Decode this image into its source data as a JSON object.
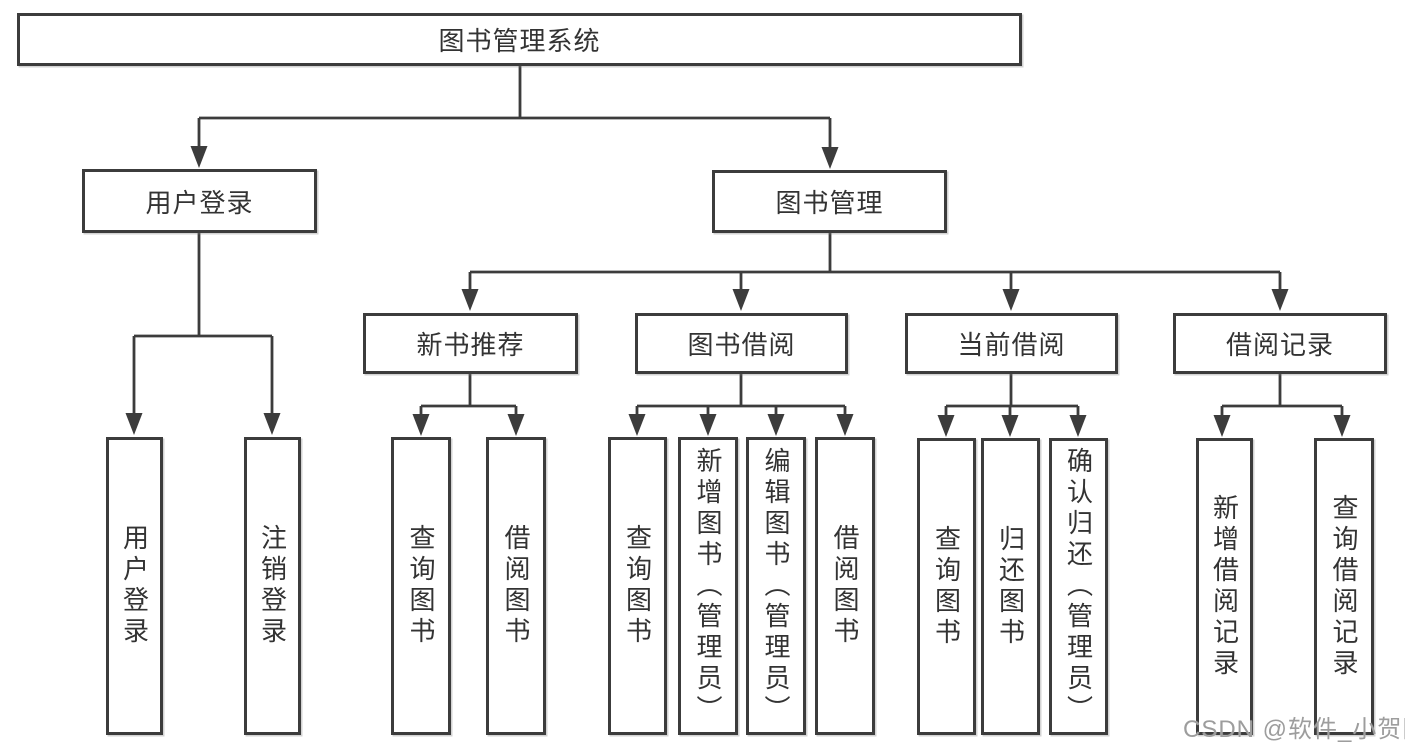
{
  "diagram": {
    "root": {
      "label": "图书管理系统"
    },
    "branches": [
      {
        "label": "用户登录",
        "children": [
          {
            "label": "用户登录"
          },
          {
            "label": "注销登录"
          }
        ]
      },
      {
        "label": "图书管理",
        "children": [
          {
            "label": "新书推荐",
            "children": [
              {
                "label": "查询图书"
              },
              {
                "label": "借阅图书"
              }
            ]
          },
          {
            "label": "图书借阅",
            "children": [
              {
                "label": "查询图书"
              },
              {
                "label": "新增图书（管理员）"
              },
              {
                "label": "编辑图书（管理员）"
              },
              {
                "label": "借阅图书"
              }
            ]
          },
          {
            "label": "当前借阅",
            "children": [
              {
                "label": "查询图书"
              },
              {
                "label": "归还图书"
              },
              {
                "label": "确认归还（管理员）"
              }
            ]
          },
          {
            "label": "借阅记录",
            "children": [
              {
                "label": "新增借阅记录"
              },
              {
                "label": "查询借阅记录"
              }
            ]
          }
        ]
      }
    ]
  },
  "watermark": {
    "text": "CSDN @软件_小贺同学"
  },
  "colors": {
    "line": "#3c3c3c",
    "text": "#333333",
    "background": "#ffffff",
    "watermark": "#9d9d9d"
  }
}
